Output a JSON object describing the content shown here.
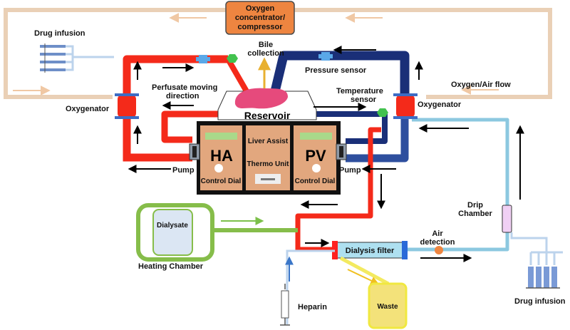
{
  "labels": {
    "oxygen_concentrator": [
      "Oxygen",
      "concentrator/",
      "compressor"
    ],
    "drug_infusion_top": "Drug infusion",
    "bile_collection": [
      "Bile",
      "collection"
    ],
    "pressure_sensor": "Pressure sensor",
    "oxygen_air_flow": "Oxygen/Air flow",
    "perfusate_direction": [
      "Perfusate moving",
      "direction"
    ],
    "temperature_sensor": [
      "Temperature",
      "sensor"
    ],
    "oxygenator_left": "Oxygenator",
    "oxygenator_right": "Oxygenator",
    "reservoir": "Reservoir",
    "ha": "HA",
    "pv": "PV",
    "liver_assist": "Liver Assist",
    "thermo_unit": "Thermo Unit",
    "control_dial_left": "Control Dial",
    "control_dial_right": "Control Dial",
    "pump_left": "Pump",
    "pump_right": "Pump",
    "drip_chamber": [
      "Drip",
      "Chamber"
    ],
    "dialysate": "Dialysate",
    "heating_chamber": "Heating Chamber",
    "dialysis_filter": "Dialysis filter",
    "air_detection": [
      "Air",
      "detection"
    ],
    "heparin": "Heparin",
    "waste": "Waste",
    "drug_infusion_bottom": "Drug infusion"
  },
  "colors": {
    "arterial_red": "#f42a1a",
    "venous_blue": "#1a2f78",
    "venous_mid_blue": "#2e4f9e",
    "dialysate_light_blue": "#8cc8e0",
    "heating_green": "#86bd4a",
    "oxygen_tan": "#ead0b6",
    "concentrator_orange": "#ee8540",
    "machine_body": "#e2a77e",
    "waste_yellow": "#f3ea60",
    "liver_pink": "#e64a7c"
  }
}
